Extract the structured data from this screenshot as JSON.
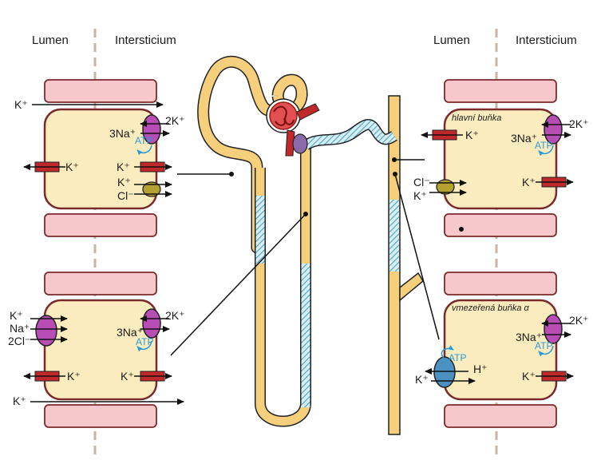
{
  "headers": {
    "lumen": "Lumen",
    "interstitium": "Intersticium"
  },
  "panel_top_left": {
    "k_flux": "K⁺",
    "na": "3Na⁺",
    "k2": "2K⁺",
    "atp": "ATP",
    "k_channel_lumen": "K⁺",
    "k_channel_inter": "K⁺",
    "k_symport": "K⁺",
    "cl_symport": "Cl⁻"
  },
  "panel_bottom_left": {
    "k_cotr": "K⁺",
    "na_cotr": "Na⁺",
    "cl_cotr": "2Cl⁻",
    "na": "3Na⁺",
    "k2": "2K⁺",
    "atp": "ATP",
    "k_channel_lumen": "K⁺",
    "k_channel_inter": "K⁺",
    "k_flux": "K⁺"
  },
  "panel_top_right": {
    "caption": "hlavní buňka",
    "k_channel_lumen": "K⁺",
    "na": "3Na⁺",
    "k2": "2K⁺",
    "atp": "ATP",
    "cl": "Cl⁻",
    "k_cotr": "K⁺",
    "k_channel_inter": "K⁺"
  },
  "panel_bottom_right": {
    "caption": "vmezeřená buňka α",
    "na": "3Na⁺",
    "k2": "2K⁺",
    "atp": "ATP",
    "atp_pump": "ATP",
    "h": "H⁺",
    "k_pump": "K⁺",
    "k_channel_inter": "K⁺"
  },
  "colors": {
    "cell_fill": "#fbecc0",
    "cell_border": "#7a2a2a",
    "neighbor_fill": "#f6c8cc",
    "channel_red": "#c0282b",
    "pump_purple": "#b84db5",
    "symport_olive": "#b4a230",
    "pump_blue": "#4b92c3",
    "nephron_yellow": "#f6cf7d",
    "hatched_blue": "#7fc3d8",
    "atp_blue": "#2a9ad6",
    "dashed_line": "#c7b5a3"
  }
}
